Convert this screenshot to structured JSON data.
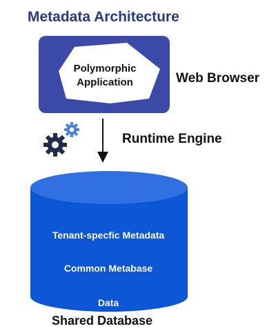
{
  "title": "Metadata Architecture",
  "browser": {
    "label": "Web Browser",
    "app_line1": "Polymorphic",
    "app_line2": "Application"
  },
  "engine": {
    "label": "Runtime Engine"
  },
  "database": {
    "label": "Shared Database",
    "layers": [
      "Tenant-specfic Metadata",
      "Common Metabase",
      "Data"
    ]
  },
  "colors": {
    "title": "#283a82",
    "browser_box": "#3b4aa6",
    "cylinder_top": "#2f6fe0",
    "cylinder_body": "#0a56d4",
    "gear_dark": "#1f2a4d",
    "gear_light": "#4c86e0"
  }
}
